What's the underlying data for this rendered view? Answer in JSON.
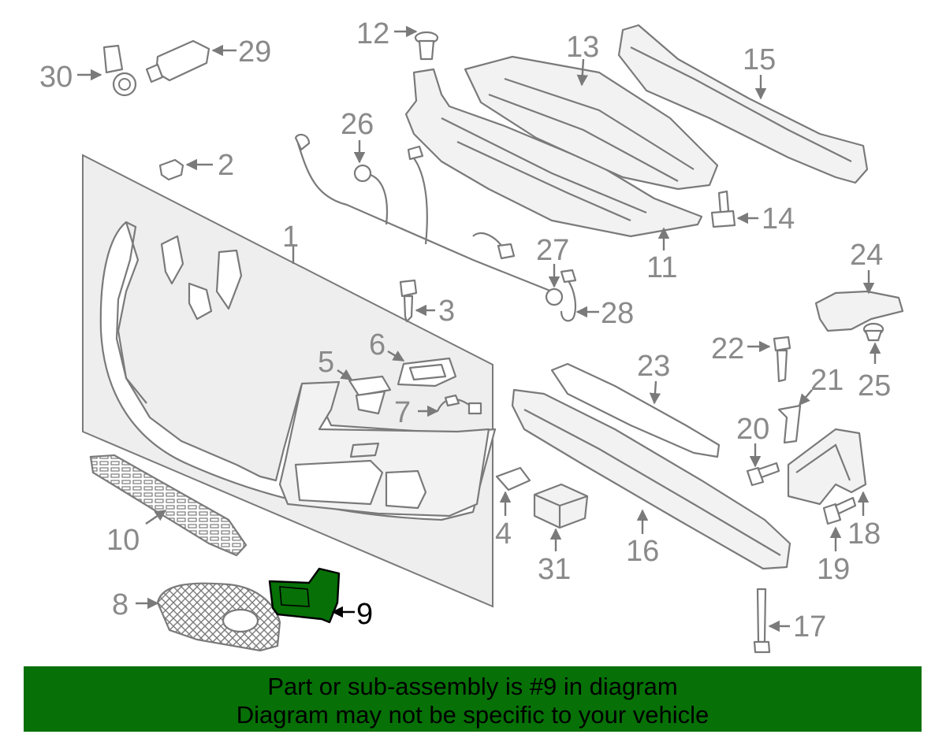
{
  "diagram": {
    "highlighted_part": "9",
    "callouts": {
      "c1": "1",
      "c2": "2",
      "c3": "3",
      "c4": "4",
      "c5": "5",
      "c6": "6",
      "c7": "7",
      "c8": "8",
      "c9": "9",
      "c10": "10",
      "c11": "11",
      "c12": "12",
      "c13": "13",
      "c14": "14",
      "c15": "15",
      "c16": "16",
      "c17": "17",
      "c18": "18",
      "c19": "19",
      "c20": "20",
      "c21": "21",
      "c22": "22",
      "c23": "23",
      "c24": "24",
      "c25": "25",
      "c26": "26",
      "c27": "27",
      "c28": "28",
      "c29": "29",
      "c30": "30",
      "c31": "31"
    },
    "colors": {
      "line": "#7a7a7a",
      "highlight": "#077007",
      "banner": "#077007"
    }
  },
  "banner": {
    "line1": "Part or sub-assembly is #9 in diagram",
    "line2": "Diagram may not be specific to your vehicle"
  }
}
